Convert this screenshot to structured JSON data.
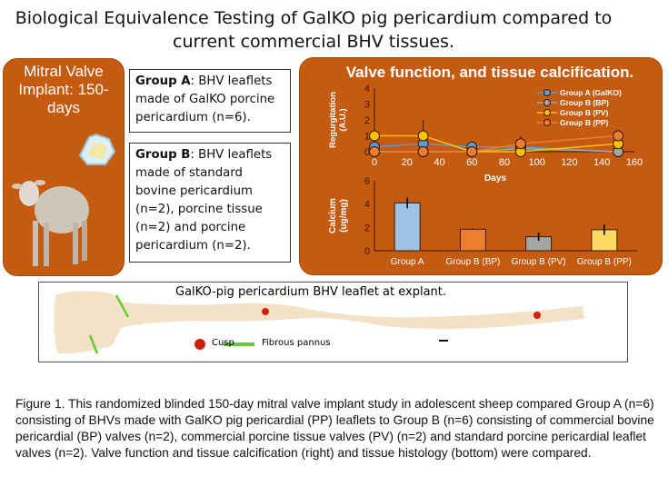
{
  "title": {
    "line1": "Biological Equivalence Testing of GalKO pig pericardium compared to",
    "line2": "current commercial BHV tissues."
  },
  "left_panel": {
    "heading": "Mitral Valve Implant: 150-days"
  },
  "group_a": {
    "label": "Group A",
    "text": ": BHV leaflets made of GalKO porcine pericardium (n=6)."
  },
  "group_b": {
    "label": "Group B",
    "text": ": BHV leaflets made of standard bovine pericardium (n=2), porcine tissue (n=2) and porcine pericardium (n=2)."
  },
  "right_panel": {
    "heading": "Valve function, and tissue calcification."
  },
  "chart_data": [
    {
      "type": "line",
      "ylabel": "Regurgitation (A.U.)",
      "xlabel": "Days",
      "xlim": [
        0,
        160
      ],
      "ylim": [
        0,
        4
      ],
      "xticks": [
        0,
        20,
        40,
        60,
        80,
        100,
        120,
        140,
        160
      ],
      "yticks": [
        0,
        1,
        2,
        3,
        4
      ],
      "legend": "top-right",
      "x": [
        0,
        30,
        60,
        90,
        150
      ],
      "series": [
        {
          "name": "Group A (GalKO)",
          "color": "#5b9bd5",
          "values": [
            0.3,
            0.5,
            0.3,
            0.3,
            0
          ],
          "err": [
            0,
            0,
            0.3,
            0,
            0
          ]
        },
        {
          "name": "Group B (BP)",
          "color": "#a5a5a5",
          "values": [
            0,
            0,
            0,
            0.2,
            0
          ],
          "err": [
            0,
            0,
            0,
            0,
            0
          ]
        },
        {
          "name": "Group B (PV)",
          "color": "#ffc000",
          "values": [
            1,
            1,
            0,
            0,
            0.5
          ],
          "err": [
            0,
            1,
            0,
            0,
            0
          ]
        },
        {
          "name": "Group B (PP)",
          "color": "#ed7d31",
          "values": [
            0,
            0,
            0,
            0.5,
            1
          ],
          "err": [
            0,
            0,
            0,
            0.5,
            0
          ]
        }
      ]
    },
    {
      "type": "bar",
      "ylabel": "Calcium (ug/mg)",
      "ylim": [
        0,
        6
      ],
      "yticks": [
        0,
        2,
        4,
        6
      ],
      "categories": [
        "Group A",
        "Group B (BP)",
        "Group B (PV)",
        "Group B (PP)"
      ],
      "values": [
        4.1,
        1.85,
        1.2,
        1.8
      ],
      "err": [
        0.45,
        0.05,
        0.35,
        0.45
      ],
      "colors": [
        "#9dc3e6",
        "#ed7d31",
        "#a5a5a5",
        "#ffd966"
      ]
    }
  ],
  "histology": {
    "title": "GalKO-pig pericardium BHV leaflet at explant.",
    "legend_cusp": "Cusp",
    "legend_pannus": "Fibrous pannus"
  },
  "caption": "Figure 1.  This randomized blinded 150-day mitral valve implant study in adolescent sheep compared Group A (n=6) consisting of BHVs made with GalKO pig pericardial (PP) leaflets to Group B (n=6) consisting of commercial bovine pericardial (BP) valves (n=2), commercial porcine tissue valves (PV) (n=2) and standard porcine pericardial leaflet valves (n=2). Valve function and tissue calcification (right) and tissue histology (bottom) were compared."
}
